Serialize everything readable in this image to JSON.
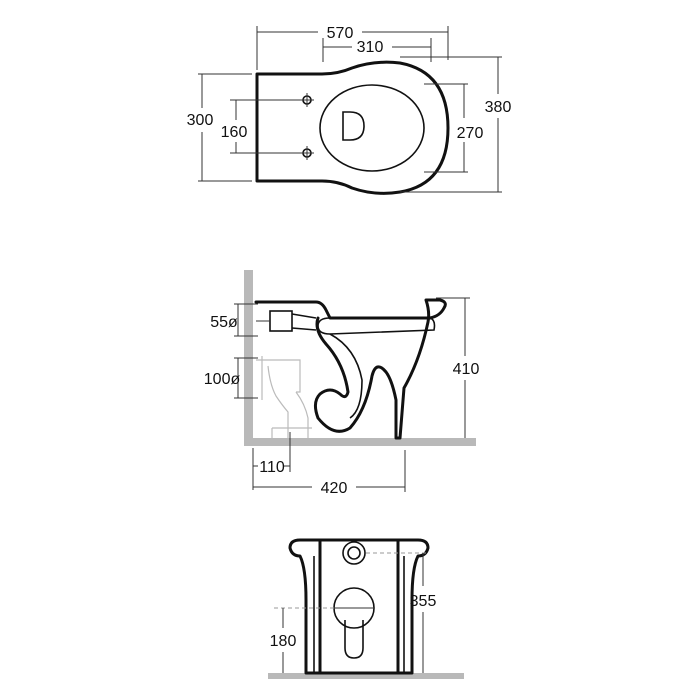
{
  "top_view": {
    "total_length": "570",
    "bowl_offset": "310",
    "total_width": "380",
    "back_width": "300",
    "fixing_spacing": "160",
    "seat_width": "270"
  },
  "side_view": {
    "inlet_diameter": "55ø",
    "outlet_diameter": "100ø",
    "height": "410",
    "outlet_offset": "110",
    "depth": "420"
  },
  "front_view": {
    "inlet_height": "355",
    "outlet_height": "180"
  }
}
